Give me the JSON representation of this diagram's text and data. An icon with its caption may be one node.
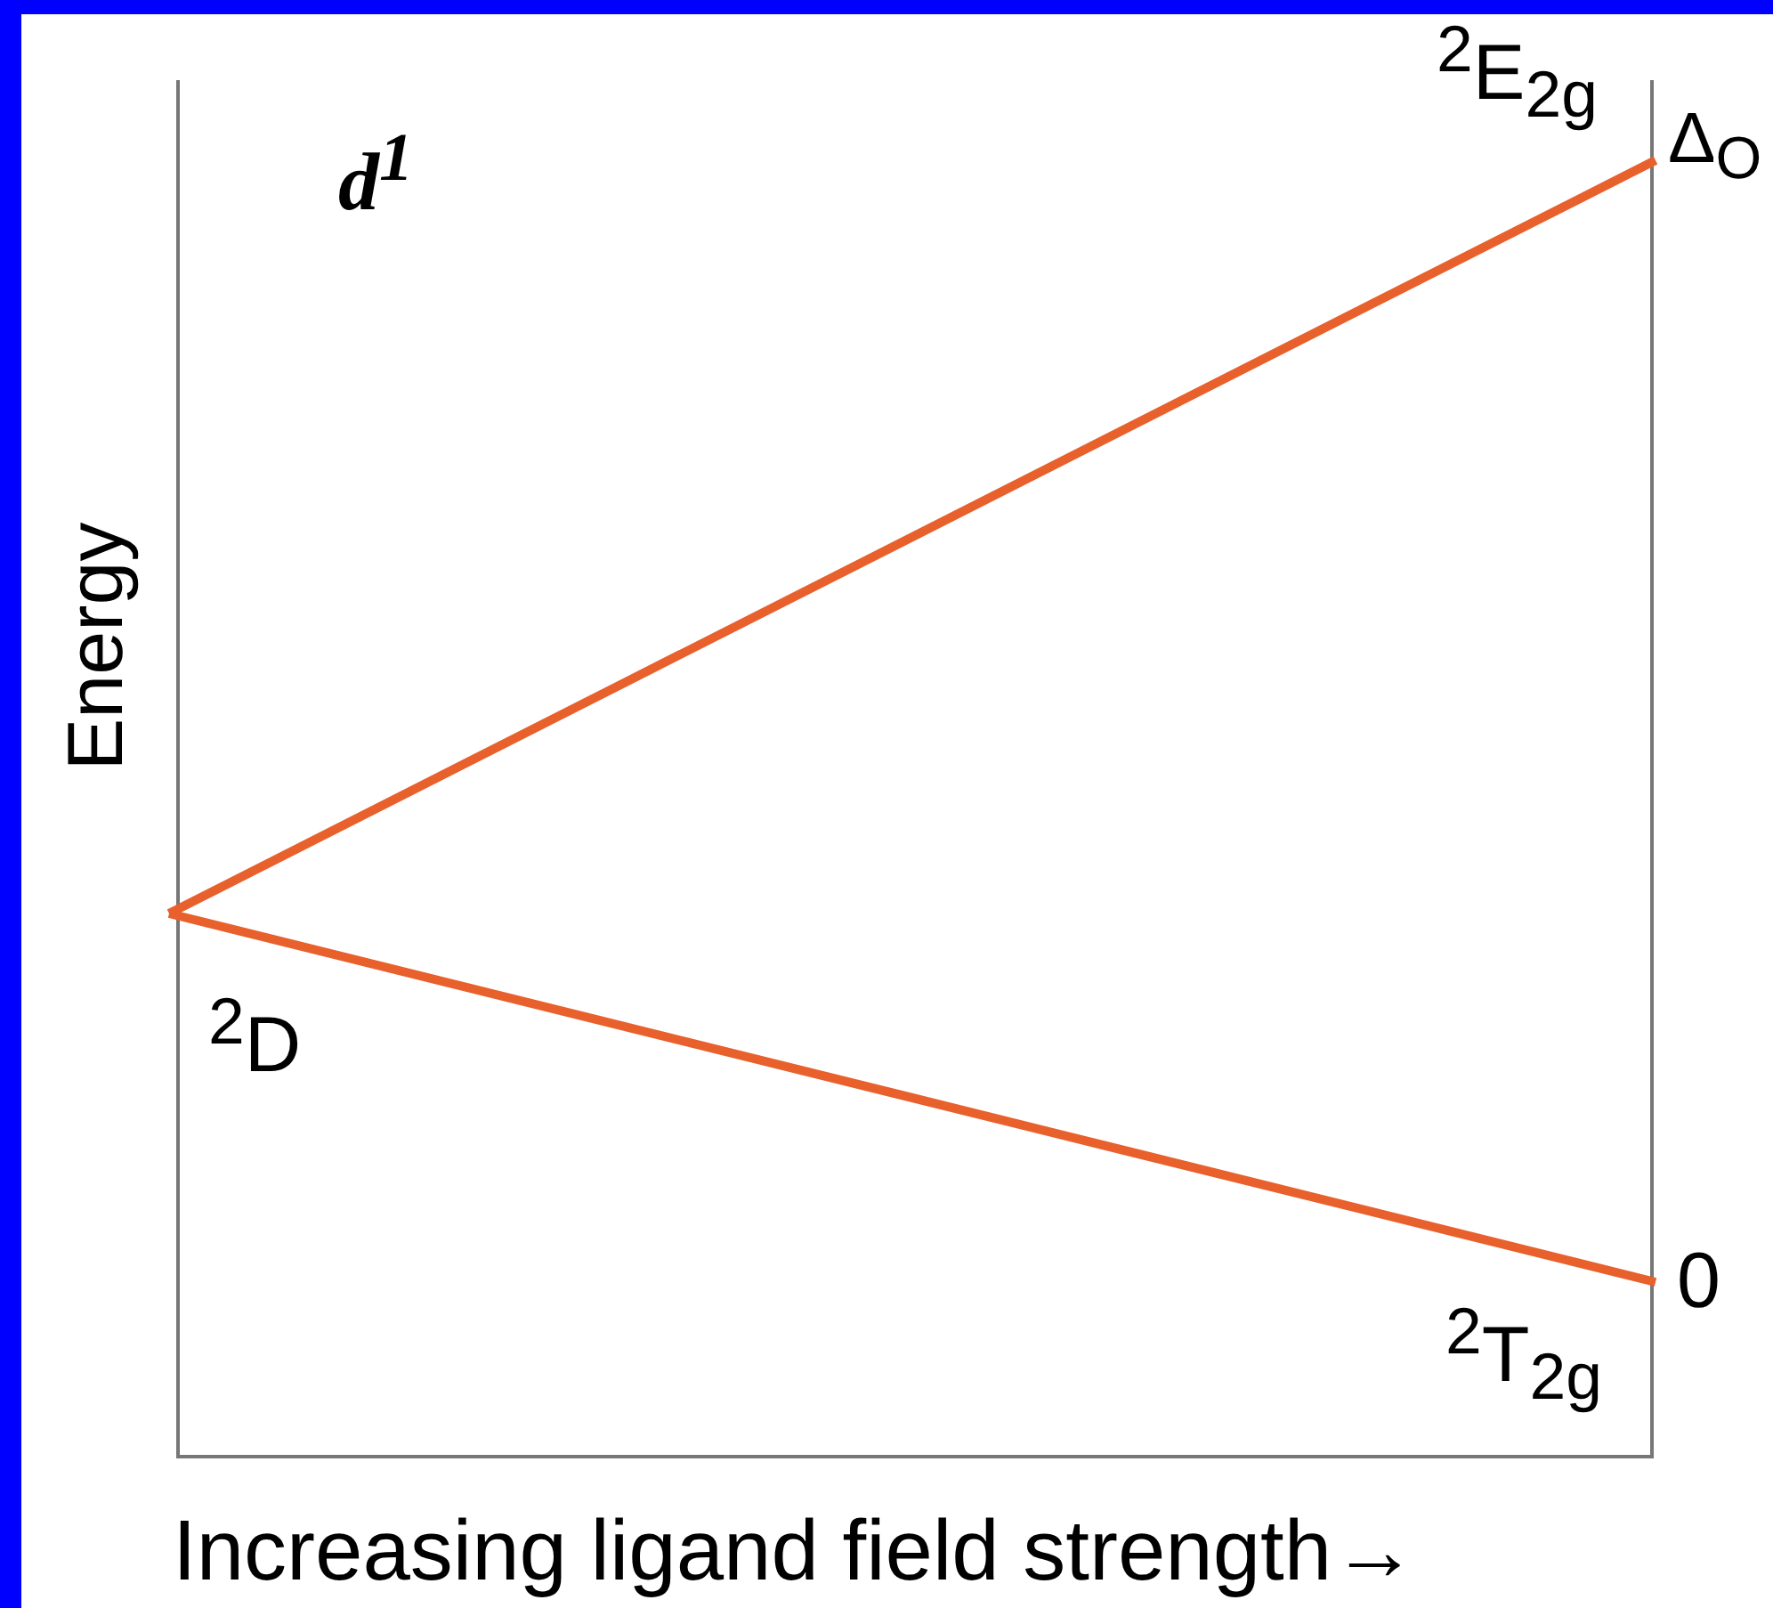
{
  "diagram": {
    "labels": [
      "d$^{1}$",
      "$^{2}$E$_{2g}$",
      "Δ$_{O}$",
      "Energy",
      "$^{2}$D",
      "0",
      "$^{2}$T$_{2g}$",
      "Increasing ligand field strength→"
    ]
  }
}
